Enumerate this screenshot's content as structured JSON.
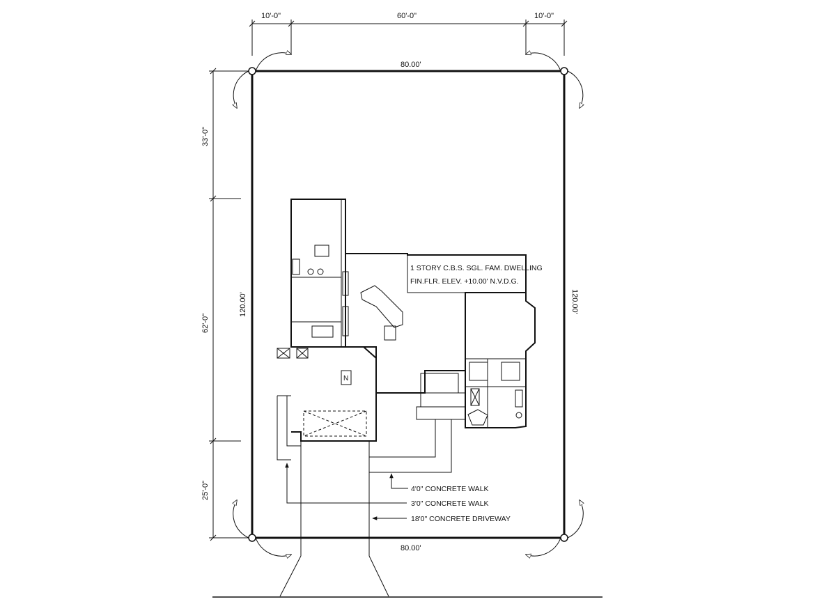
{
  "dimensions": {
    "top_segments": [
      "10'-0\"",
      "60'-0\"",
      "10'-0\""
    ],
    "top_lot": "80.00'",
    "bottom_lot": "80.00'",
    "left_lot": "120.00'",
    "right_lot": "120.00'",
    "left_segments": [
      "33'-0\"",
      "62'-0\"",
      "25'-0\""
    ]
  },
  "dwelling_note": {
    "line1": "1 STORY C.B.S. SGL. FAM. DWELLING",
    "line2": "FIN.FLR. ELEV. +10.00' N.V.D.G."
  },
  "callouts": {
    "walk_4": "4'0\" CONCRETE WALK",
    "walk_3": "3'0\" CONCRETE WALK",
    "driveway": "18'0\" CONCRETE DRIVEWAY"
  },
  "garage_label": "N"
}
